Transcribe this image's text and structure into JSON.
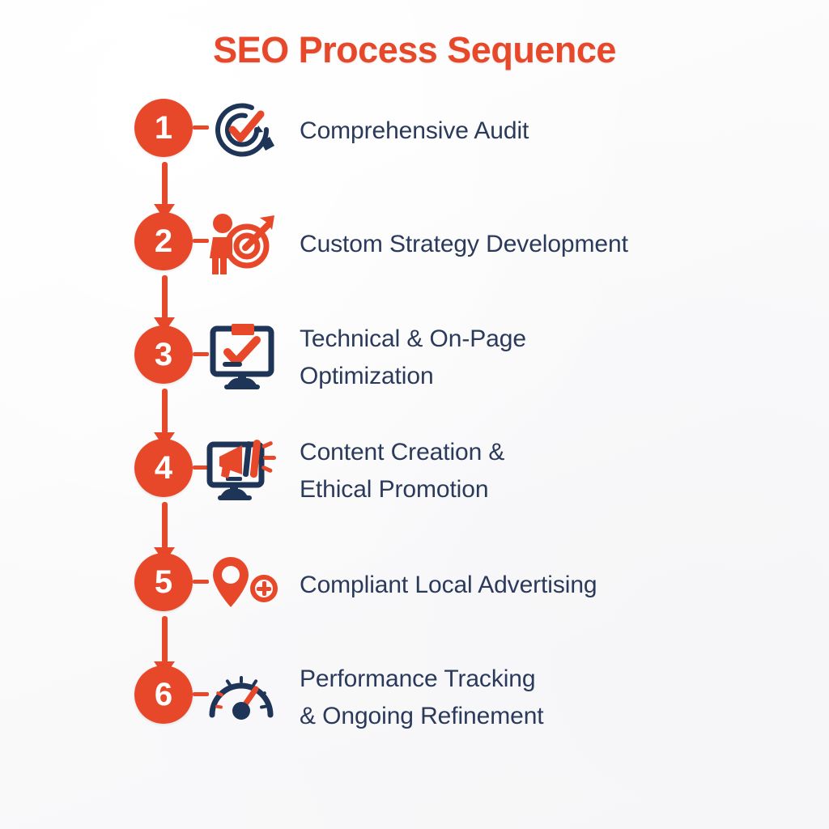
{
  "title": "SEO Process Sequence",
  "colors": {
    "accent_orange": "#E8482A",
    "navy": "#2B3A5B",
    "background": "#FBFBFC",
    "badge_text": "#FFFFFF"
  },
  "steps": [
    {
      "number": "1",
      "icon": "audit-target-check-icon",
      "label_line1": "Comprehensive Audit",
      "label_line2": ""
    },
    {
      "number": "2",
      "icon": "person-target-arrow-icon",
      "label_line1": "Custom Strategy Development",
      "label_line2": ""
    },
    {
      "number": "3",
      "icon": "monitor-checklist-icon",
      "label_line1": "Technical & On-Page",
      "label_line2": "Optimization"
    },
    {
      "number": "4",
      "icon": "monitor-megaphone-icon",
      "label_line1": "Content Creation &",
      "label_line2": "Ethical Promotion"
    },
    {
      "number": "5",
      "icon": "map-pin-plus-icon",
      "label_line1": "Compliant Local Advertising",
      "label_line2": ""
    },
    {
      "number": "6",
      "icon": "speedometer-gauge-icon",
      "label_line1": "Performance Tracking",
      "label_line2": "& Ongoing Refinement"
    }
  ],
  "connectors": [
    {
      "from": "1",
      "to": "2",
      "direction": "down"
    },
    {
      "from": "2",
      "to": "3",
      "direction": "down"
    },
    {
      "from": "3",
      "to": "4",
      "direction": "down"
    },
    {
      "from": "4",
      "to": "5",
      "direction": "down"
    },
    {
      "from": "5",
      "to": "6",
      "direction": "down"
    }
  ]
}
